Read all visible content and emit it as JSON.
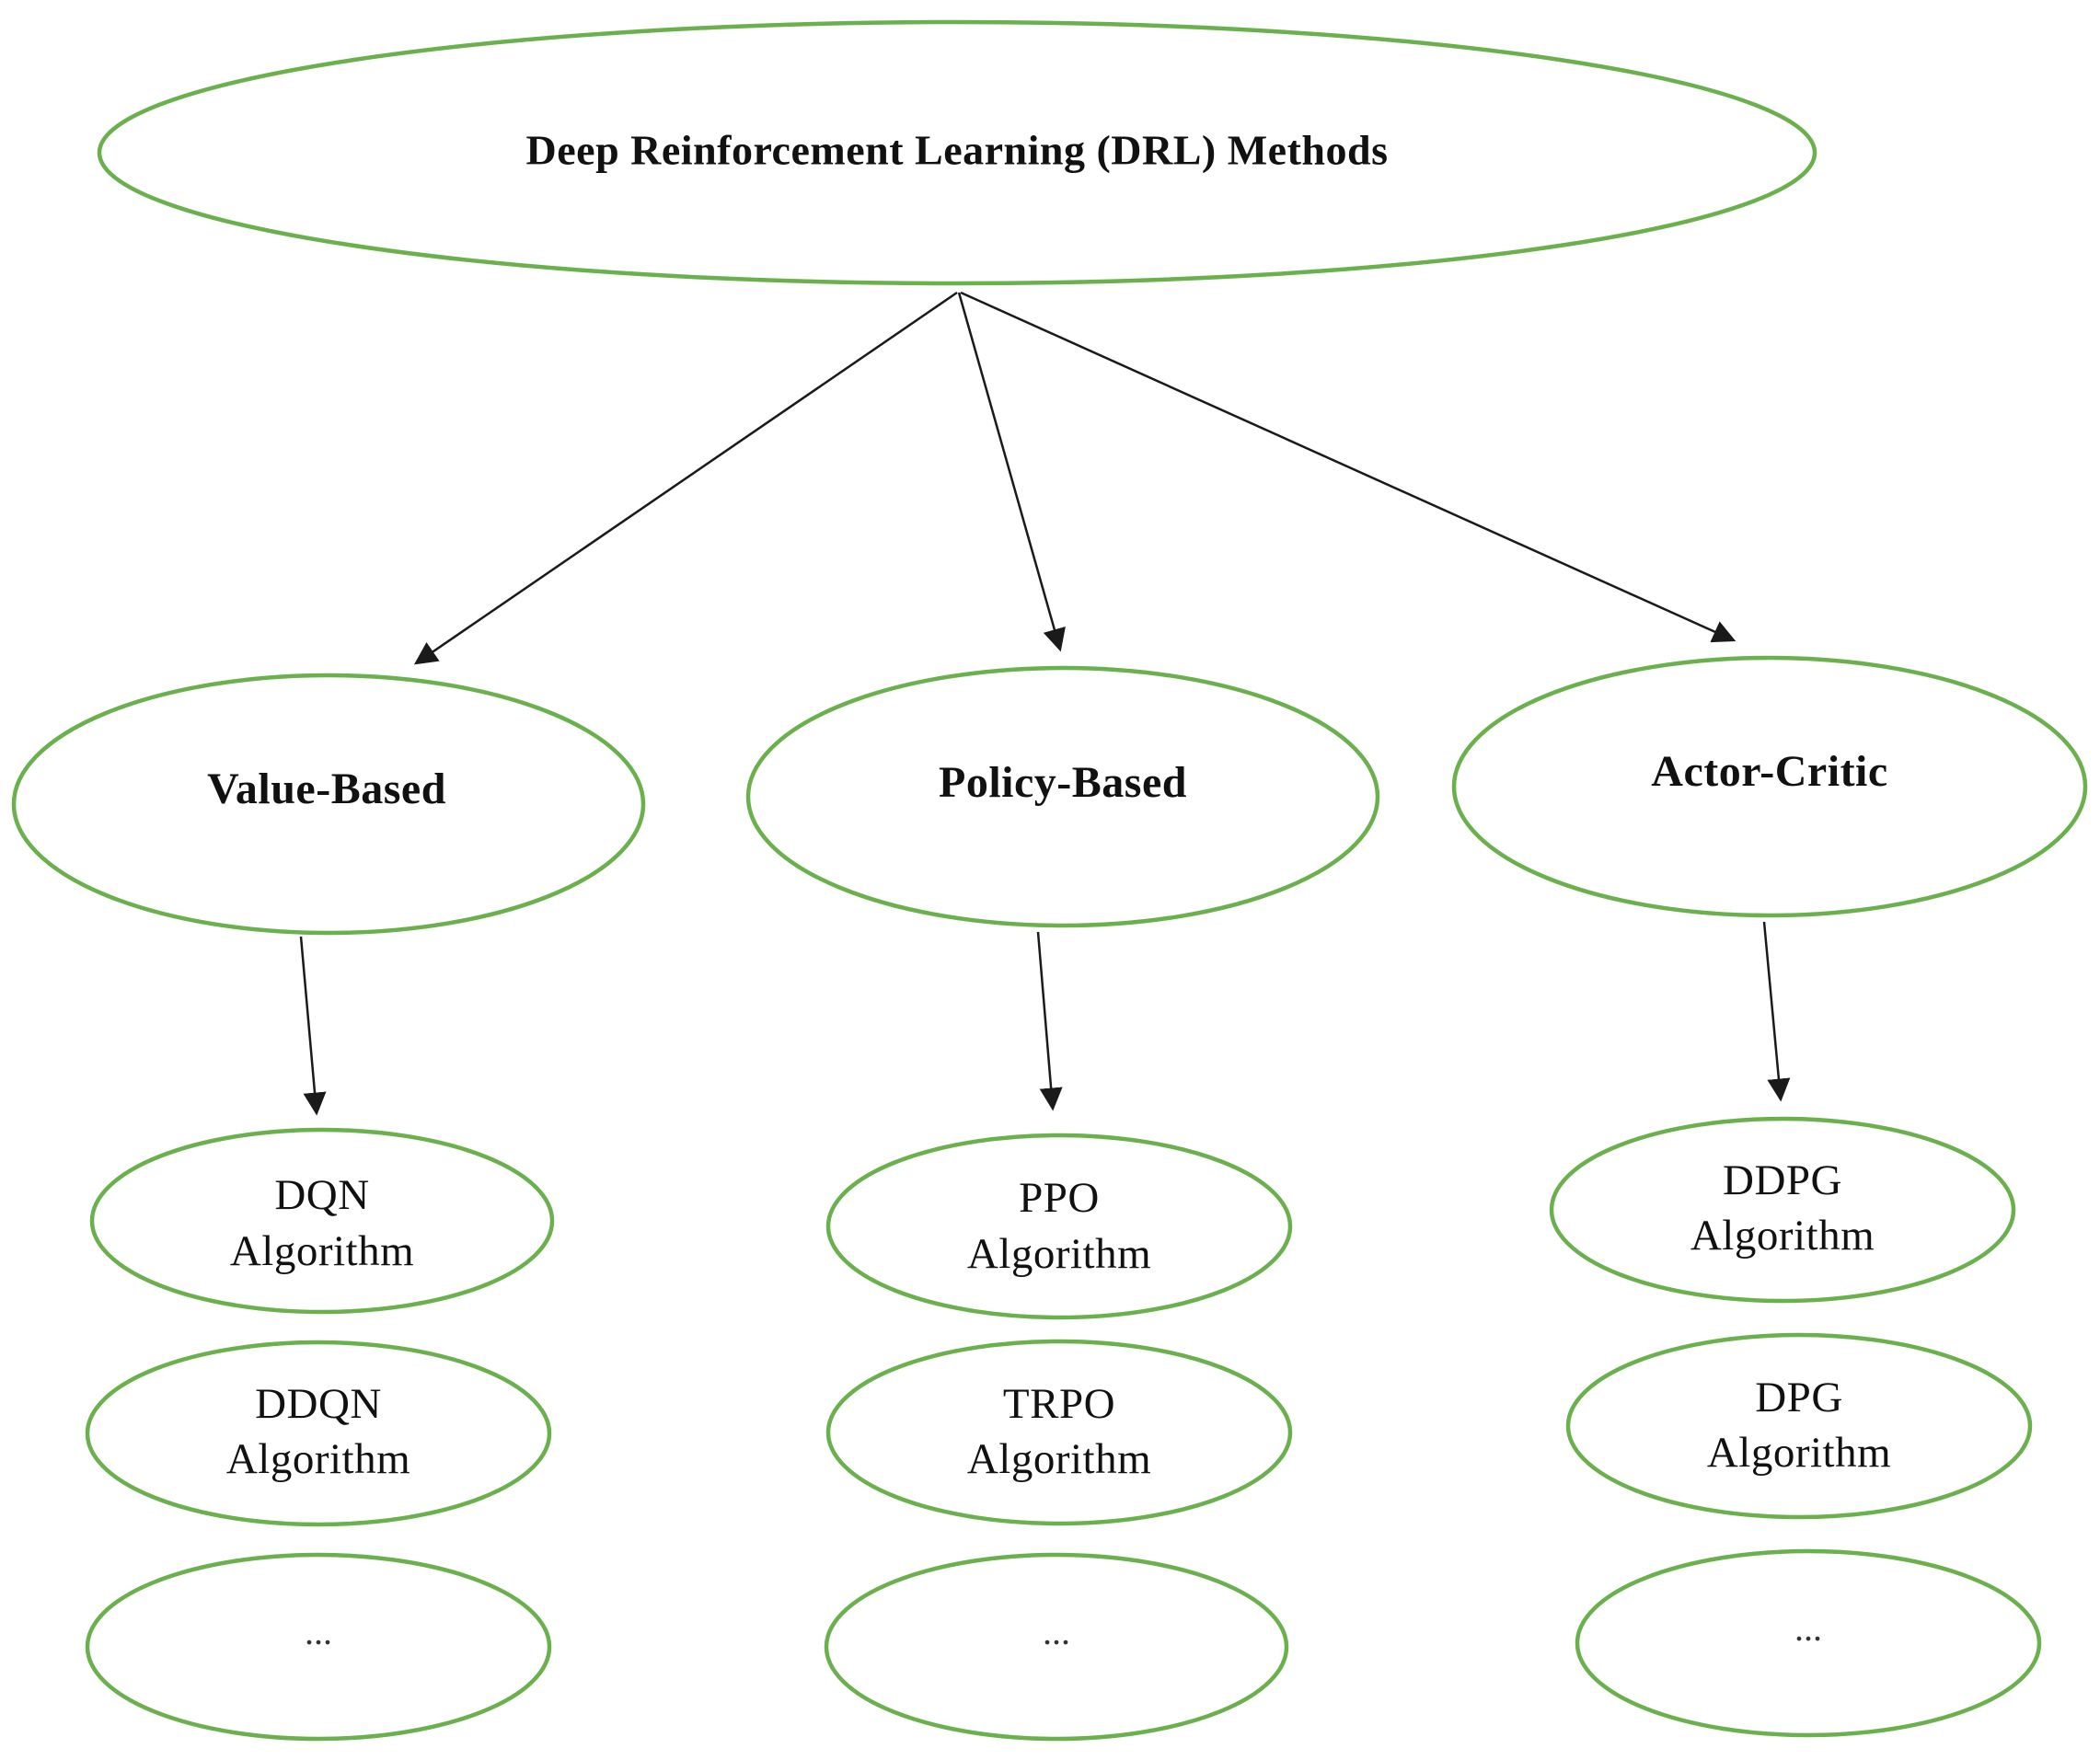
{
  "style": {
    "node_stroke_color": "#6ab04c",
    "arrow_color": "#1a1a1a"
  },
  "root": {
    "label": "Deep Reinforcement Learning (DRL) Methods"
  },
  "categories": [
    {
      "label": "Value-Based",
      "algorithms": [
        {
          "name": "DQN",
          "suffix": "Algorithm"
        },
        {
          "name": "DDQN",
          "suffix": "Algorithm"
        }
      ],
      "more": "..."
    },
    {
      "label": "Policy-Based",
      "algorithms": [
        {
          "name": "PPO",
          "suffix": "Algorithm"
        },
        {
          "name": "TRPO",
          "suffix": "Algorithm"
        }
      ],
      "more": "..."
    },
    {
      "label": "Actor-Critic",
      "algorithms": [
        {
          "name": "DDPG",
          "suffix": "Algorithm"
        },
        {
          "name": "DPG",
          "suffix": "Algorithm"
        }
      ],
      "more": "..."
    }
  ]
}
